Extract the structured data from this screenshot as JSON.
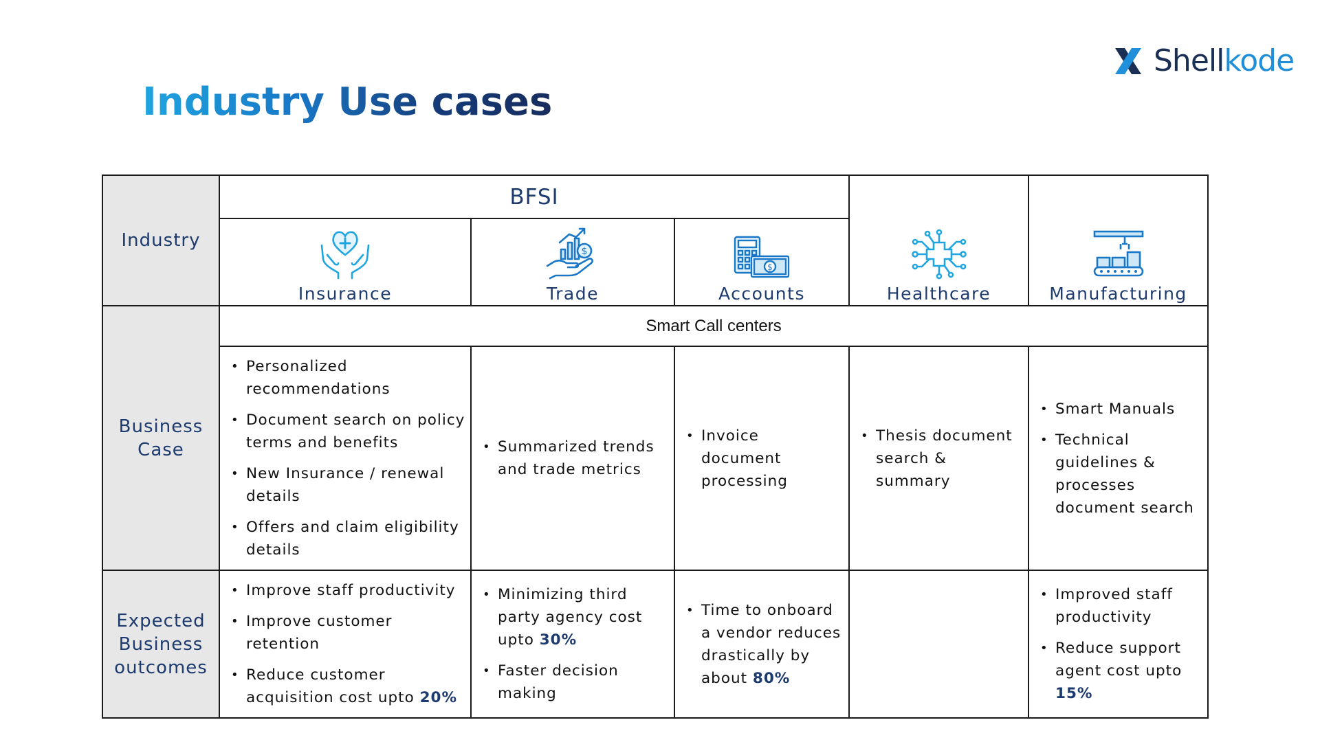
{
  "brand": {
    "name_part1": "Shell",
    "name_part2": "kode",
    "logo_icon": "x-logo-icon",
    "colors": {
      "primary": "#1b2f55",
      "accent": "#1e8fd8"
    }
  },
  "title": "Industry Use cases",
  "table": {
    "rows": {
      "industry": "Industry",
      "business_case": "Business Case",
      "outcomes": "Expected Business outcomes"
    },
    "bfsi": "BFSI",
    "industries": [
      {
        "label": "Insurance",
        "icon": "hands-heart-icon"
      },
      {
        "label": "Trade",
        "icon": "hand-growth-chart-icon"
      },
      {
        "label": "Accounts",
        "icon": "calculator-money-icon"
      },
      {
        "label": "Healthcare",
        "icon": "medical-circuit-icon"
      },
      {
        "label": "Manufacturing",
        "icon": "conveyor-robot-icon"
      }
    ],
    "smart_call_centers": "Smart Call centers",
    "business_cases": {
      "insurance": [
        "Personalized recommendations",
        "Document search on policy terms and benefits",
        "New Insurance / renewal details",
        "Offers and claim eligibility details"
      ],
      "trade": [
        "Summarized trends and trade metrics"
      ],
      "accounts": [
        "Invoice document processing"
      ],
      "healthcare": [
        "Thesis document search & summary"
      ],
      "manufacturing": [
        "Smart Manuals",
        "Technical guidelines & processes document search"
      ]
    },
    "outcomes": {
      "insurance": [
        {
          "text": "Improve staff productivity"
        },
        {
          "text": "Improve customer retention"
        },
        {
          "text": "Reduce customer acquisition cost upto",
          "highlight": "20%"
        }
      ],
      "trade": [
        {
          "text": "Minimizing third party agency cost upto",
          "highlight": "30%"
        },
        {
          "text": "Faster decision making"
        }
      ],
      "accounts": [
        {
          "text": "Time to onboard a vendor reduces drastically by about",
          "highlight": "80%"
        }
      ],
      "manufacturing": [
        {
          "text": "Improved staff productivity"
        },
        {
          "text": "Reduce support agent cost upto",
          "highlight": "15%"
        }
      ]
    }
  }
}
